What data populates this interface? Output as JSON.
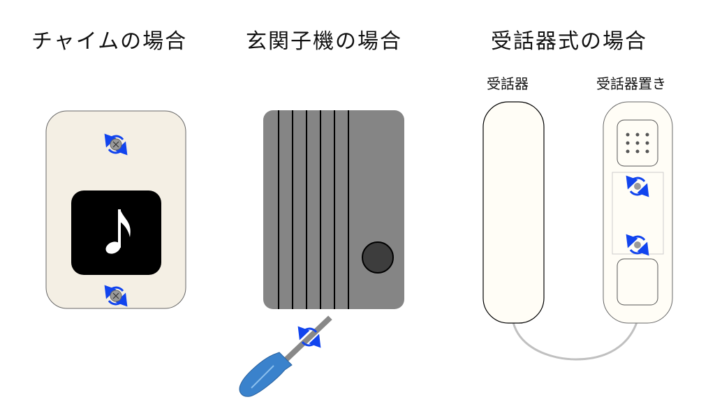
{
  "sections": [
    {
      "title": "チャイムの場合"
    },
    {
      "title": "玄関子機の場合"
    },
    {
      "title": "受話器式の場合",
      "labels": [
        "受話器",
        "受話器置き"
      ]
    }
  ],
  "colors": {
    "chime_plate": "#f4efe4",
    "chime_icon_bg": "#000000",
    "door_unit": "#858585",
    "door_button": "#3d3d3d",
    "handset": "#fffdf6",
    "rotate_arrow": "#1144ee",
    "screw": "#9a9a9a",
    "screwdriver_handle": "#3a82cc",
    "cord": "#c0c0c0"
  },
  "icons": [
    "music-note-icon",
    "rotate-arrows-icon",
    "screw-icon",
    "screwdriver-icon",
    "speaker-grille-icon"
  ]
}
